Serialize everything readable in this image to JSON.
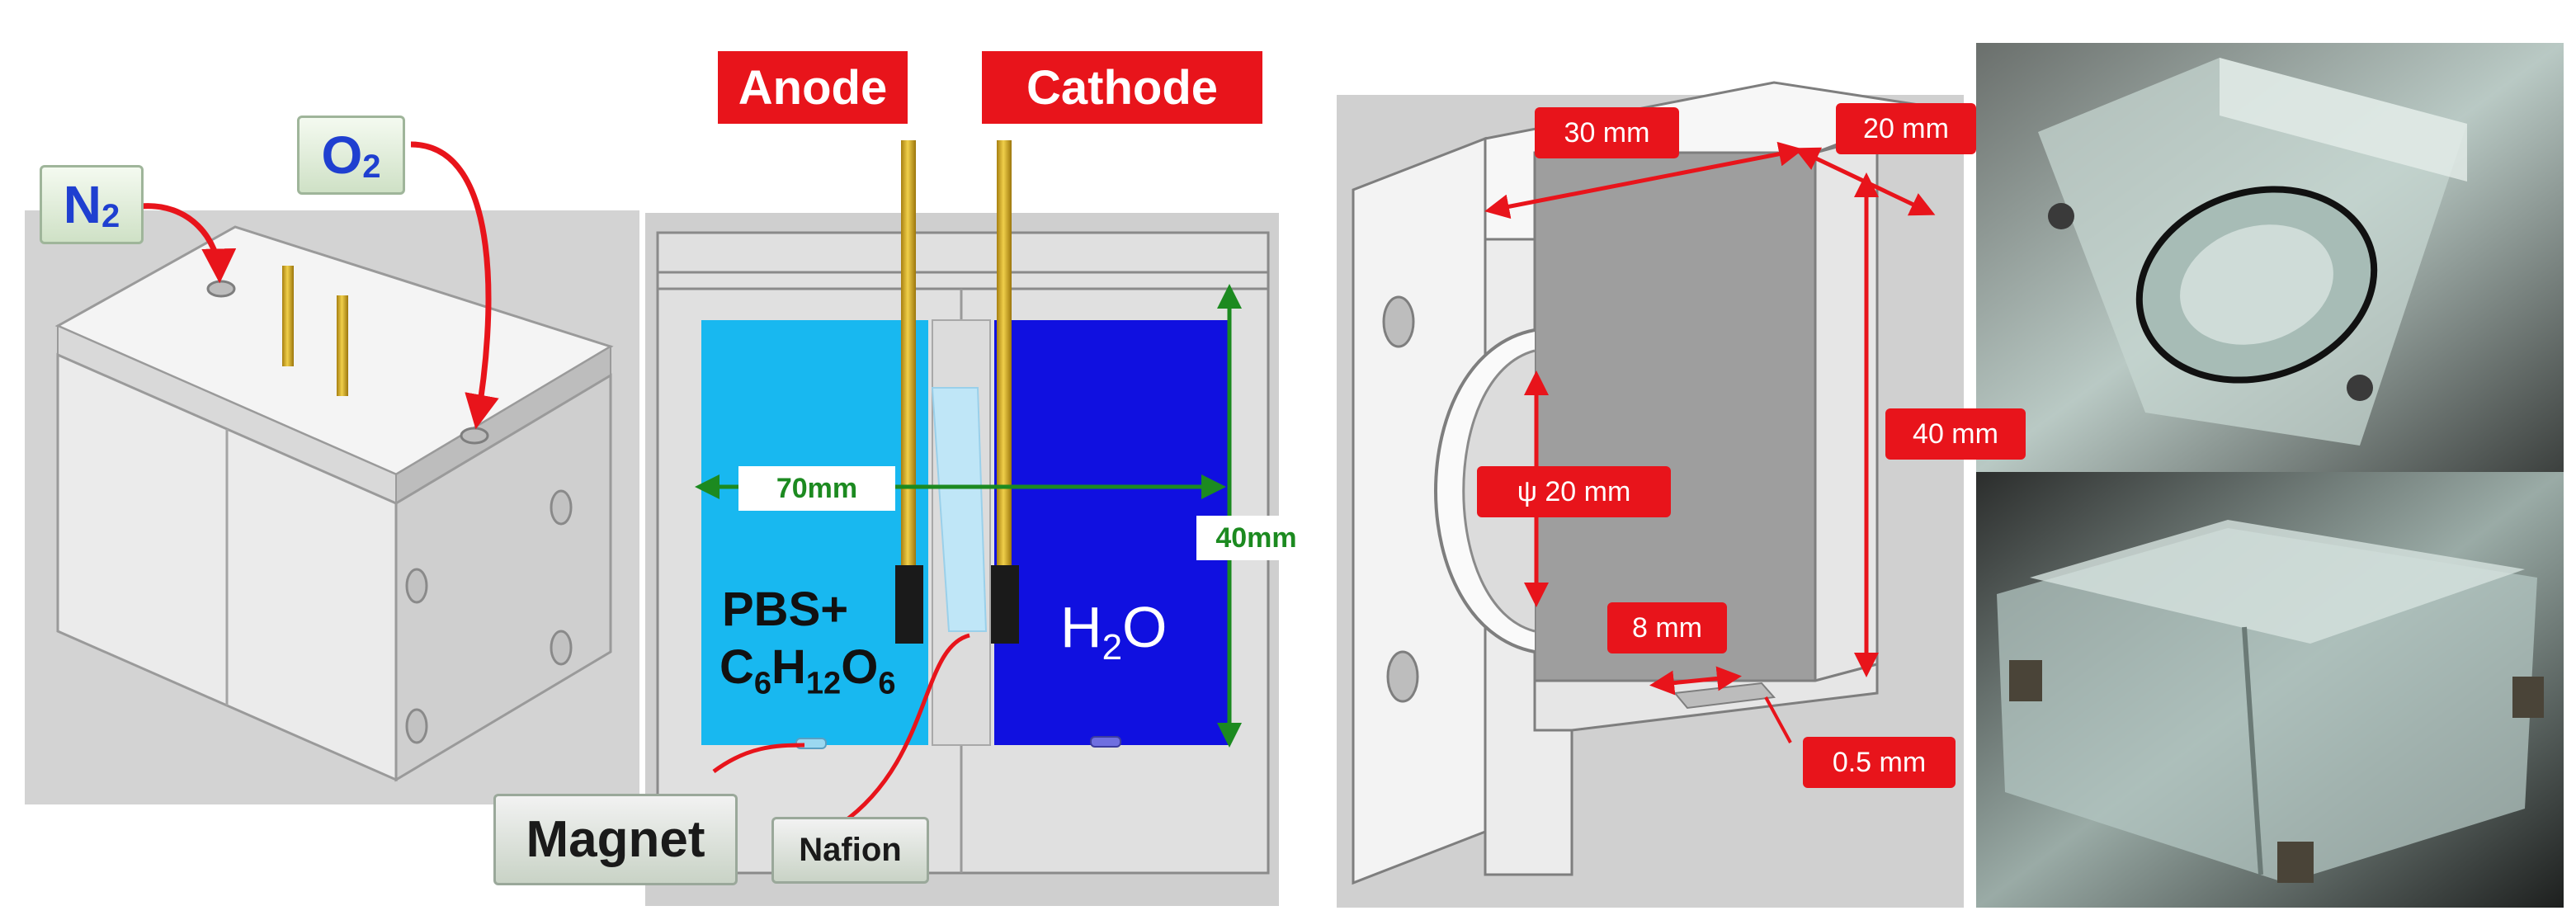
{
  "panel_a": {
    "gas_in": {
      "symbol": "N",
      "subscript": "2"
    },
    "gas_out": {
      "symbol": "O",
      "subscript": "2"
    }
  },
  "panel_b": {
    "anode_label": "Anode",
    "cathode_label": "Cathode",
    "width_label": "70mm",
    "height_label": "40mm",
    "anode_solution_line1": "PBS+",
    "anode_solution_line2": {
      "c": "C",
      "c_sub": "6",
      "h": "H",
      "h_sub": "12",
      "o": "O",
      "o_sub": "6"
    },
    "cathode_solution": {
      "h": "H",
      "h_sub": "2",
      "o": "O"
    },
    "magnet_label": "Magnet",
    "nafion_label": "Nafion"
  },
  "panel_c": {
    "dim_30": "30 mm",
    "dim_20_depth": "20 mm",
    "dim_40": "40 mm",
    "dim_diameter": "ψ 20 mm",
    "dim_8": "8 mm",
    "dim_05": "0.5 mm"
  },
  "colors": {
    "label_red": "#e8141b",
    "anode_chamber": "#18b8f0",
    "cathode_chamber": "#1010e0",
    "electrode_gold": "#d4a81a",
    "dimension_green": "#1c8a20",
    "gas_text_blue": "#1f3fd0"
  }
}
